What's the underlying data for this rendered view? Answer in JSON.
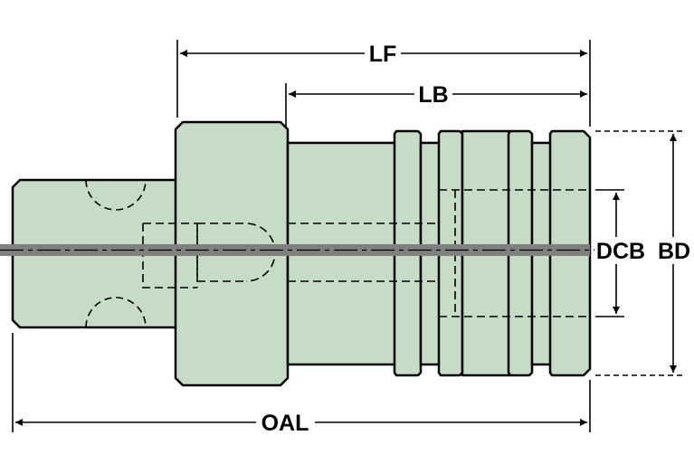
{
  "labels": {
    "lf": "LF",
    "lb": "LB",
    "dcb": "DCB",
    "bd": "BD",
    "oal": "OAL"
  },
  "colors": {
    "body_fill": "#c7dcc7",
    "outline": "#000000",
    "centerline_band": "#808080",
    "background": "#ffffff"
  }
}
